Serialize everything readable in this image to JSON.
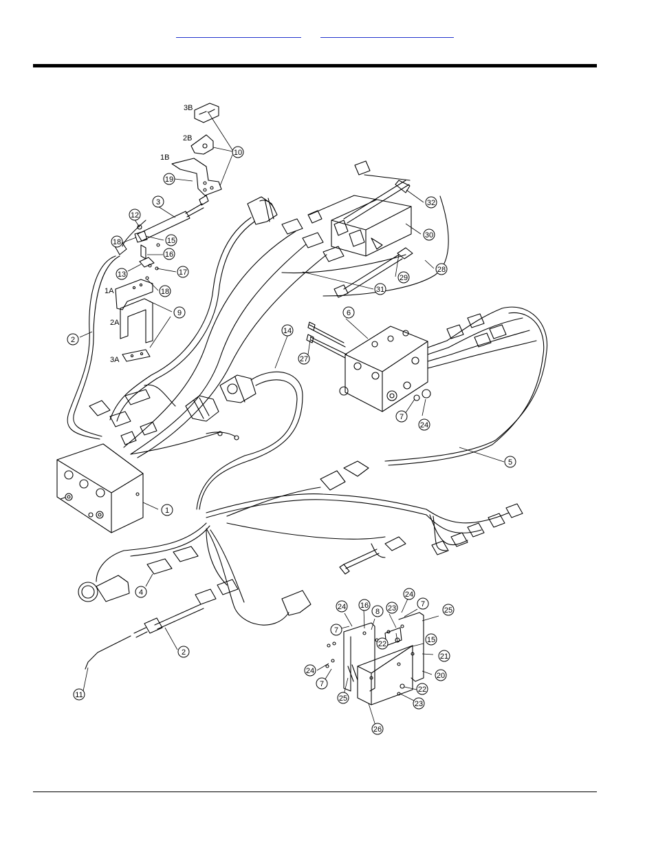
{
  "header": {
    "link_left": "",
    "link_right": ""
  },
  "diagram": {
    "callouts": [
      "1",
      "2",
      "2",
      "3",
      "4",
      "5",
      "6",
      "7",
      "7",
      "7",
      "7",
      "8",
      "9",
      "10",
      "11",
      "12",
      "13",
      "14",
      "15",
      "15",
      "16",
      "16",
      "17",
      "18",
      "18",
      "19",
      "20",
      "21",
      "22",
      "22",
      "23",
      "23",
      "24",
      "24",
      "24",
      "24",
      "25",
      "25",
      "26",
      "27",
      "28",
      "29",
      "30",
      "31",
      "32"
    ],
    "sub_labels": [
      "3B",
      "2B",
      "1B",
      "1A",
      "2A",
      "3A"
    ]
  }
}
